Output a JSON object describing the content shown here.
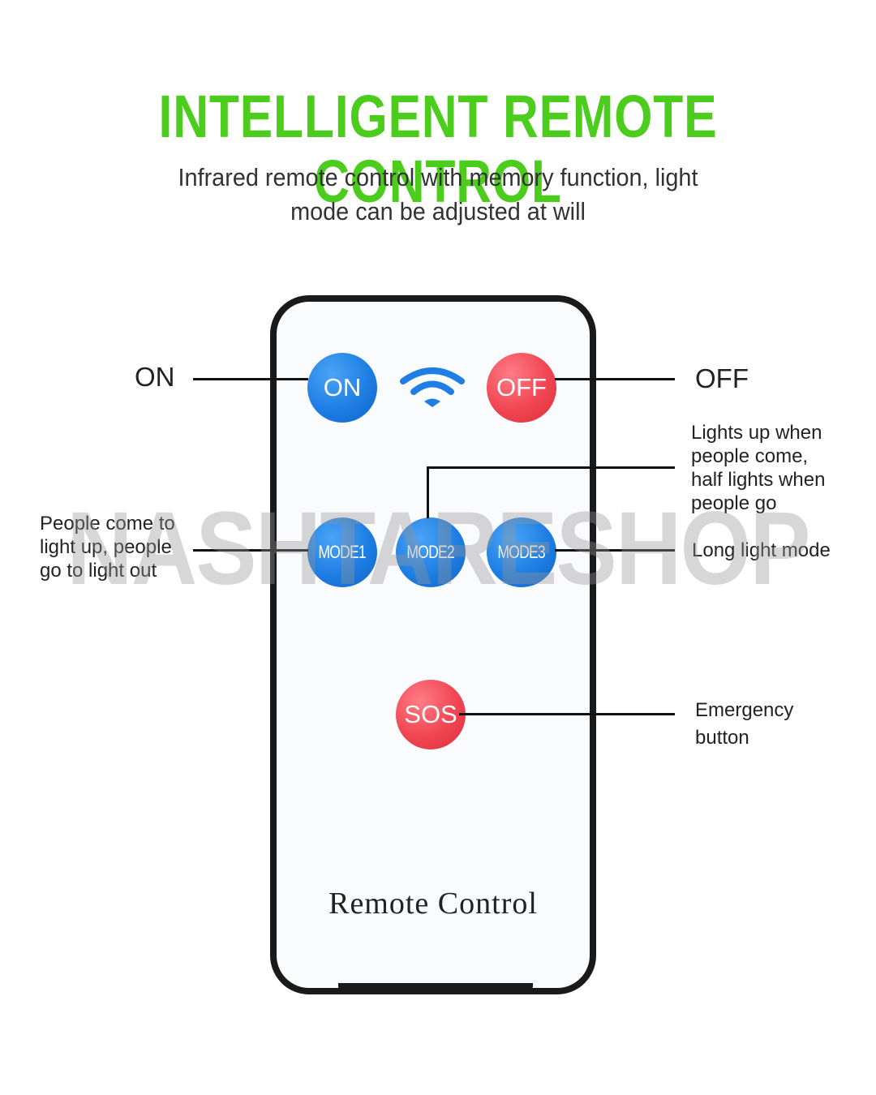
{
  "header": {
    "title": "INTELLIGENT REMOTE CONTROL",
    "subtitle_line1": "Infrared remote control with memory function, light",
    "subtitle_line2": "mode can be adjusted at will"
  },
  "watermark": "NASHTARESHOP",
  "remote": {
    "label": "Remote Control",
    "buttons": [
      {
        "id": "on",
        "label": "ON",
        "color": "#1e7ee3"
      },
      {
        "id": "off",
        "label": "OFF",
        "color": "#f04552"
      },
      {
        "id": "mode1",
        "label": "MODE1",
        "color": "#1e7ee3"
      },
      {
        "id": "mode2",
        "label": "MODE2",
        "color": "#1e7ee3"
      },
      {
        "id": "mode3",
        "label": "MODE3",
        "color": "#1e7ee3"
      },
      {
        "id": "sos",
        "label": "SOS",
        "color": "#f04552"
      }
    ],
    "signal_icon": "wifi-icon"
  },
  "callouts": {
    "on": "ON",
    "off": "OFF",
    "mode1": [
      "People come to",
      "light up, people",
      "go to light out"
    ],
    "mode2": [
      "Lights up when",
      "people come,",
      "half lights when",
      "people go"
    ],
    "mode3": "Long light mode",
    "sos": [
      "Emergency",
      "button"
    ]
  },
  "colors": {
    "title_green": "#4ccc1c",
    "button_blue": "#1e7ee3",
    "button_red": "#f04552"
  }
}
